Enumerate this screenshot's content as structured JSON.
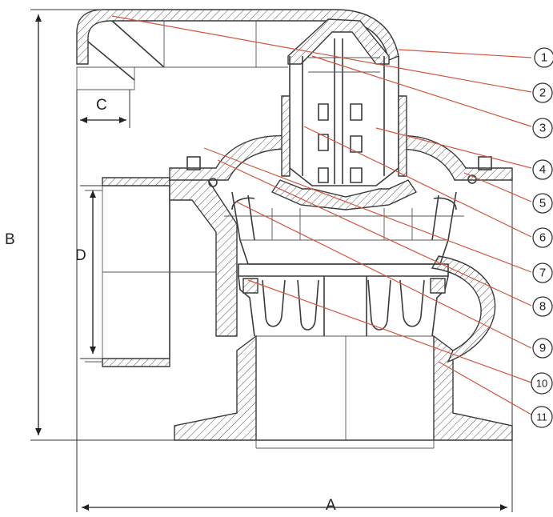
{
  "dimensions": {
    "a": "A",
    "b": "B",
    "c": "C",
    "d": "D"
  },
  "callouts": [
    "1",
    "2",
    "3",
    "4",
    "5",
    "6",
    "7",
    "8",
    "9",
    "10",
    "11"
  ],
  "colors": {
    "leader": "#d0553e",
    "line": "#3a3a3a"
  }
}
